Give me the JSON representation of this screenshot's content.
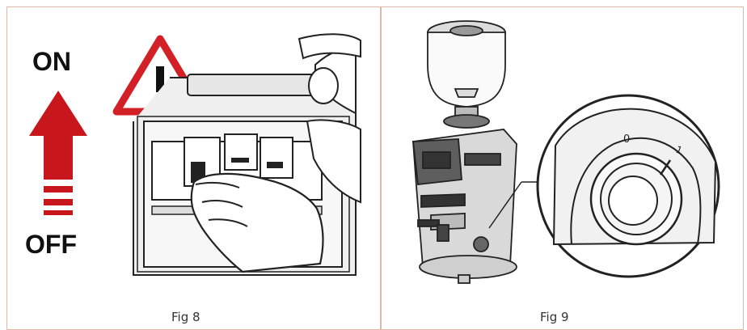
{
  "switch_labels": {
    "on": "ON",
    "off": "OFF"
  },
  "figures": [
    {
      "caption": "Fig 8",
      "illustration": "circuit-breaker-switch-on"
    },
    {
      "caption": "Fig 9",
      "illustration": "coffee-grinder-power-switch"
    }
  ],
  "colors": {
    "warning_red": "#d32027",
    "arrow_red": "#c8161d",
    "border": "#e2b7a8",
    "line": "#222222"
  },
  "dial_markings": {
    "zero": "0",
    "one": "1"
  }
}
